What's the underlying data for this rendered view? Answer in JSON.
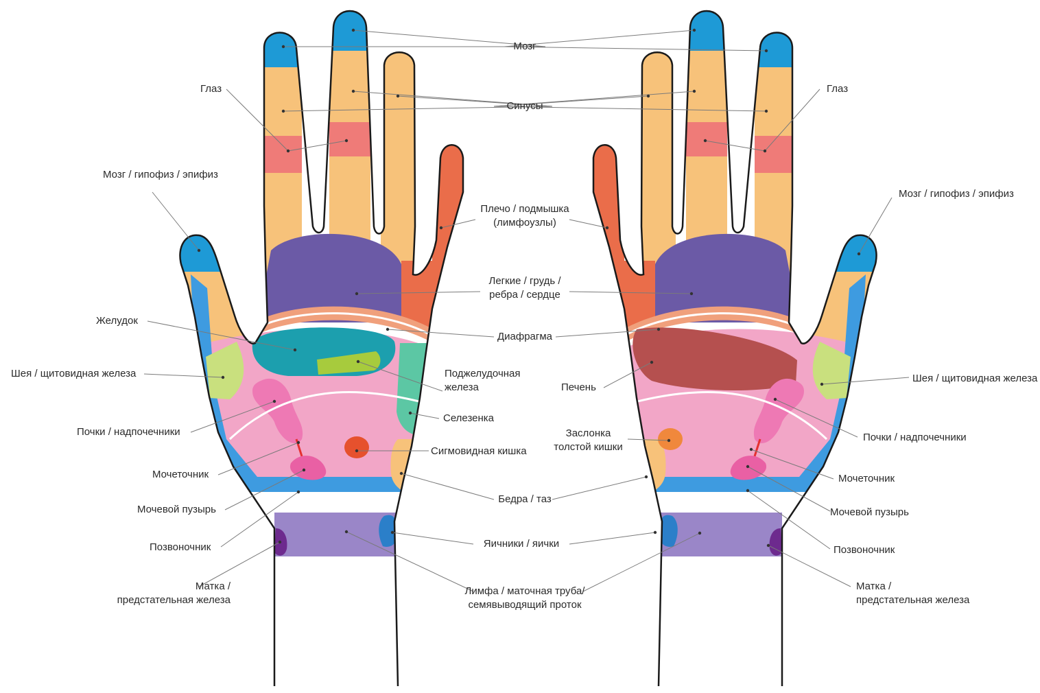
{
  "colors": {
    "brain": "#1e9ad6",
    "finger": "#f7c27a",
    "eye": "#ef7b78",
    "shoulder": "#ea6d4a",
    "lungs": "#6b5aa6",
    "diaphragm": "#f0a07c",
    "palm": "#f2a6c7",
    "stomach": "#1c9fae",
    "pancreas": "#a7cb3d",
    "spleen": "#5cc7a4",
    "liver": "#b5504f",
    "kidney": "#ee79b4",
    "bladder": "#e960a4",
    "sigmoid": "#e6512d",
    "valve": "#f0883c",
    "thyroid": "#c9e07e",
    "spine": "#3e9be0",
    "lymph": "#9a86c8",
    "ovary": "#2b7fc9",
    "uterus": "#6d2a8e",
    "outline": "#1a1a1a"
  },
  "labels": {
    "brain": "Мозг",
    "sinuses": "Синусы",
    "eye": "Глаз",
    "pituitary": "Мозг / гипофиз / эпифиз",
    "shoulder_l1": "Плечо / подмышка",
    "shoulder_l2": "(лимфоузлы)",
    "lungs_l1": "Легкие / грудь /",
    "lungs_l2": "ребра / сердце",
    "stomach": "Желудок",
    "diaphragm": "Диафрагма",
    "pancreas_l1": "Поджелудочная",
    "pancreas_l2": "железа",
    "neck": "Шея / щитовидная железа",
    "liver": "Печень",
    "spleen": "Селезенка",
    "kidneys": "Почки / надпочечники",
    "valve_l1": "Заслонка",
    "valve_l2": "толстой кишки",
    "sigmoid": "Сигмовидная кишка",
    "ureter": "Мочеточник",
    "hips": "Бедра / таз",
    "bladder": "Мочевой пузырь",
    "spine": "Позвоночник",
    "ovaries": "Яичники / яички",
    "uterus_l1": "Матка /",
    "uterus_l2": "предстательная железа",
    "lymph_l1": "Лимфа / маточная труба/",
    "lymph_l2": "семявыводящий проток"
  }
}
